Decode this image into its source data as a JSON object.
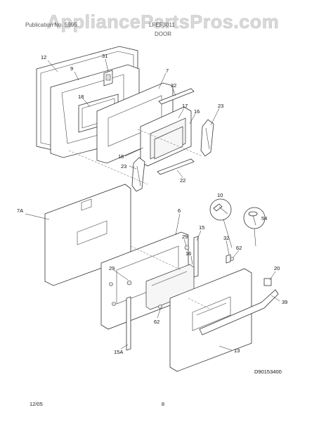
{
  "watermark": "AppliancePartsPros.com",
  "header": {
    "left": "Publication No. 5995",
    "right": "LFEF3011",
    "section": "DOOR"
  },
  "callouts": {
    "c12": "12",
    "c9": "9",
    "c31": "31",
    "c7": "7",
    "c18": "18",
    "c22a": "22",
    "c17": "17",
    "c16a": "16",
    "c23a": "23",
    "c16b": "16",
    "c23b": "23",
    "c22b": "22",
    "c7A": "7A",
    "c6": "6",
    "c10": "10",
    "c54": "54",
    "c15": "15",
    "c29a": "29",
    "c32": "32",
    "c16c": "16",
    "c62a": "62",
    "c20": "20",
    "c29b": "29",
    "c39": "39",
    "c62b": "62",
    "c13": "13",
    "c15A": "15A"
  },
  "diagram_id": "D90153400",
  "footer": {
    "date": "12/05",
    "page": "8"
  }
}
